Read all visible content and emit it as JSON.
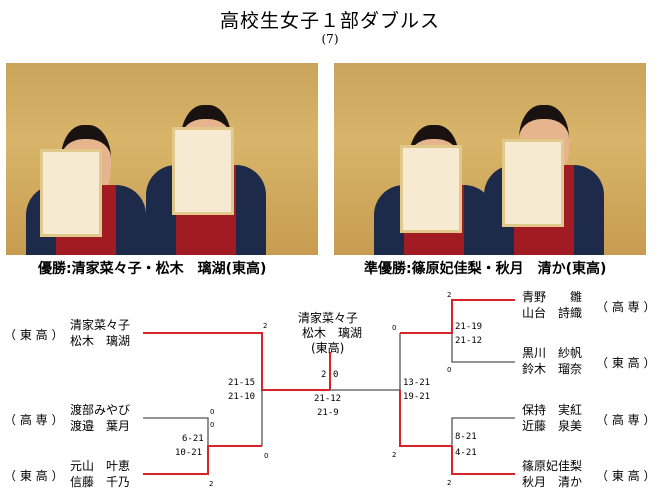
{
  "header": {
    "title": "高校生女子１部ダブルス",
    "subtitle": "(7)"
  },
  "photos": {
    "winner_caption": "優勝:清家菜々子・松木　璃湖(東高)",
    "runnerup_caption": "準優勝:篠原妃佳梨・秋月　清か(東高)"
  },
  "bracket": {
    "left": [
      {
        "school": "（ 東 高 ）",
        "names": [
          "清家菜々子",
          "松木　璃湖"
        ],
        "game_score": "2"
      },
      {
        "school": "（ 高 専 ）",
        "names": [
          "渡部みやび",
          "渡邉　葉月"
        ],
        "game_score": "0"
      },
      {
        "school": "（ 東 高 ）",
        "names": [
          "元山　叶恵",
          "信藤　千乃"
        ],
        "game_score": "2"
      }
    ],
    "left_match1_scores": [
      "6-21",
      "10-21"
    ],
    "left_match1_upper_score": "0",
    "left_semi_scores": [
      "21-15",
      "21-10"
    ],
    "left_semi_lower_score": "0",
    "right": [
      {
        "school": "（ 高 専 ）",
        "names": [
          "青野　　雛",
          "山台　詩織"
        ],
        "game_score": "2"
      },
      {
        "school": "（ 東 高 ）",
        "names": [
          "黒川　紗帆",
          "鈴木　瑠奈"
        ],
        "game_score": "0"
      },
      {
        "school": "（ 高 専 ）",
        "names": [
          "保持　実紅",
          "近藤　泉美"
        ]
      },
      {
        "school": "（ 東 高 ）",
        "names": [
          "篠原妃佳梨",
          "秋月　清か"
        ],
        "game_score": "2"
      }
    ],
    "right_match1_scores": [
      "21-19",
      "21-12"
    ],
    "right_match2_scores": [
      "8-21",
      "4-21"
    ],
    "right_semi_scores": [
      "13-21",
      "19-21"
    ],
    "right_semi_upper_score": "0",
    "right_semi_lower_score": "2",
    "final": {
      "winner_names": [
        "清家菜々子",
        "松木　璃湖"
      ],
      "winner_school": "(東高)",
      "left_score": "2",
      "right_score": "0",
      "scores": [
        "21-12",
        "21-9"
      ]
    },
    "colors": {
      "win": "#d9232a",
      "lose": "#555555"
    }
  }
}
